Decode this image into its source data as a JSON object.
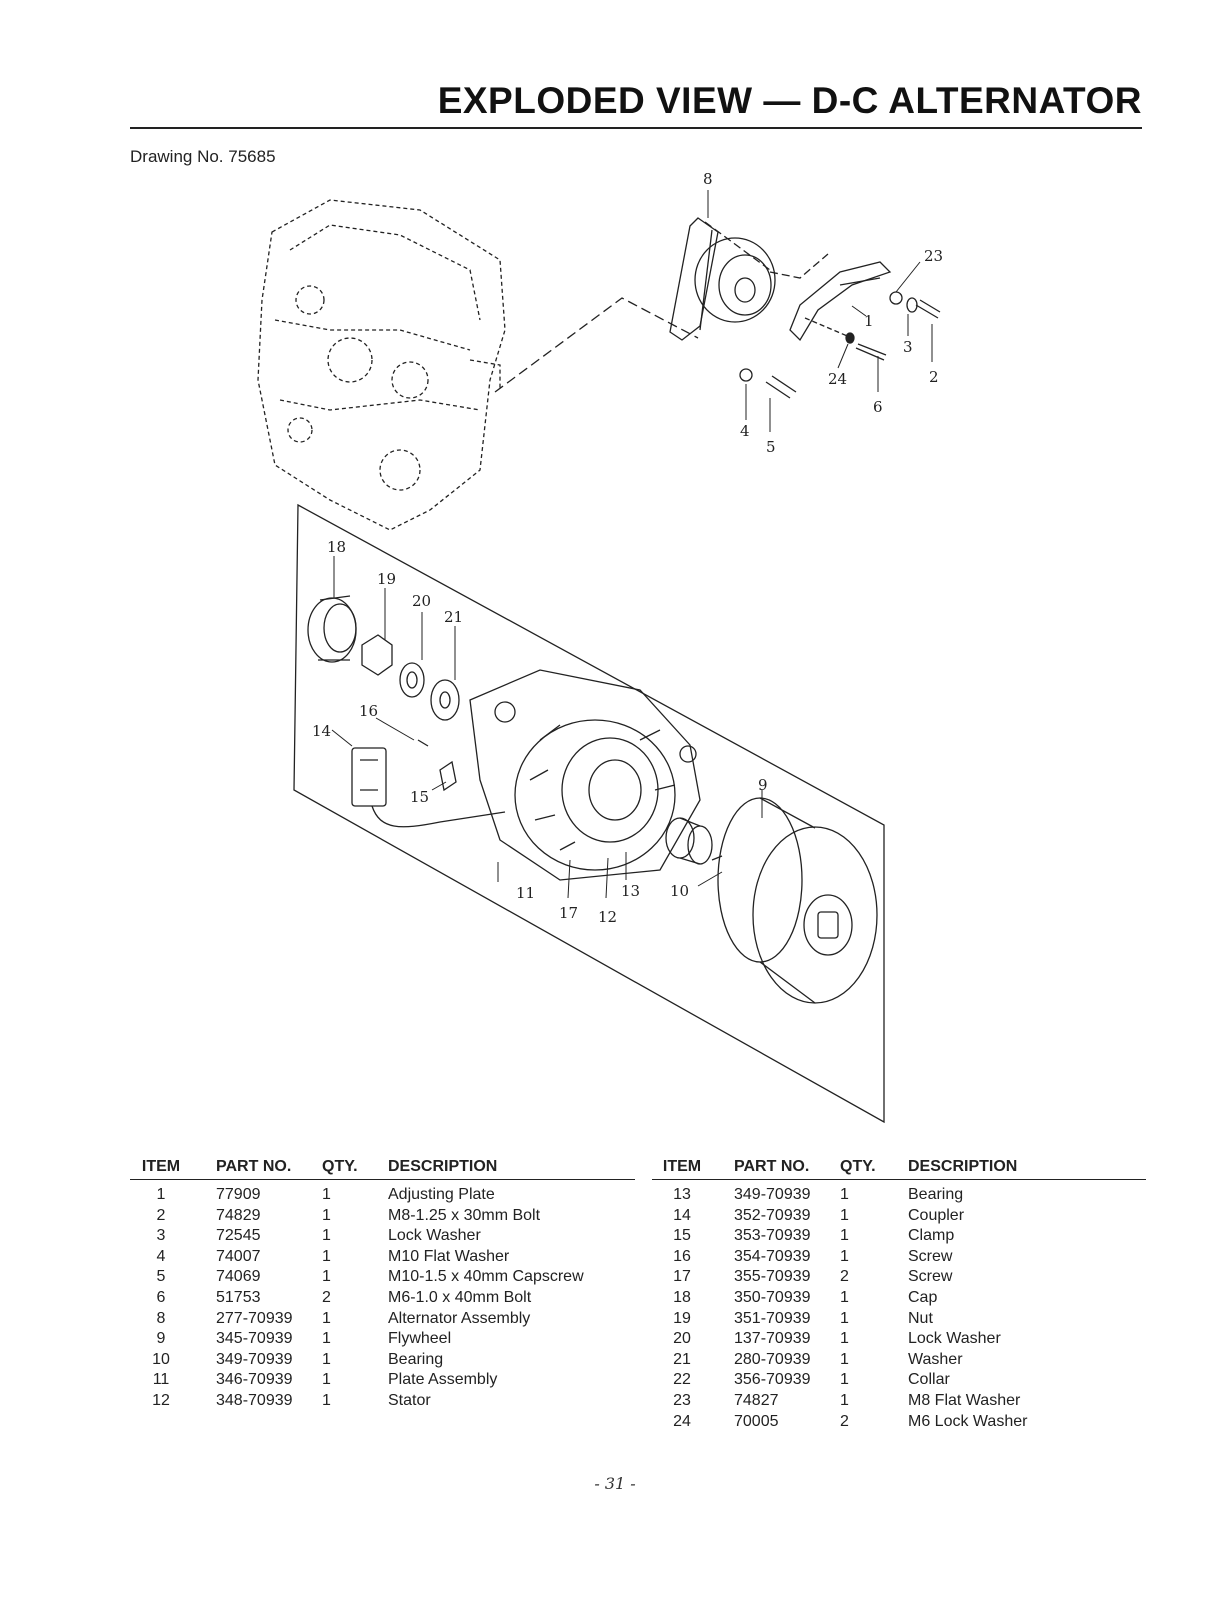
{
  "title": "EXPLODED VIEW — D-C ALTERNATOR",
  "drawing_number": "Drawing No. 75685",
  "callouts": {
    "c1": "1",
    "c2": "2",
    "c3": "3",
    "c4": "4",
    "c5": "5",
    "c6": "6",
    "c8": "8",
    "c9": "9",
    "c10": "10",
    "c11": "11",
    "c12": "12",
    "c13": "13",
    "c14": "14",
    "c15": "15",
    "c16": "16",
    "c17": "17",
    "c18": "18",
    "c19": "19",
    "c20": "20",
    "c21": "21",
    "c23": "23",
    "c24": "24"
  },
  "parts_table": {
    "headers": {
      "item": "ITEM",
      "part_no": "PART NO.",
      "qty": "QTY.",
      "description": "DESCRIPTION"
    },
    "left_rows": [
      {
        "item": "1",
        "part_no": "77909",
        "qty": "1",
        "description": "Adjusting Plate"
      },
      {
        "item": "2",
        "part_no": "74829",
        "qty": "1",
        "description": "M8-1.25 x 30mm Bolt"
      },
      {
        "item": "3",
        "part_no": "72545",
        "qty": "1",
        "description": "Lock Washer"
      },
      {
        "item": "4",
        "part_no": "74007",
        "qty": "1",
        "description": "M10 Flat Washer"
      },
      {
        "item": "5",
        "part_no": "74069",
        "qty": "1",
        "description": "M10-1.5 x 40mm Capscrew"
      },
      {
        "item": "6",
        "part_no": "51753",
        "qty": "2",
        "description": "M6-1.0 x 40mm Bolt"
      },
      {
        "item": "8",
        "part_no": "277-70939",
        "qty": "1",
        "description": "Alternator Assembly"
      },
      {
        "item": "9",
        "part_no": "345-70939",
        "qty": "1",
        "description": "Flywheel"
      },
      {
        "item": "10",
        "part_no": "349-70939",
        "qty": "1",
        "description": "Bearing"
      },
      {
        "item": "11",
        "part_no": "346-70939",
        "qty": "1",
        "description": "Plate Assembly"
      },
      {
        "item": "12",
        "part_no": "348-70939",
        "qty": "1",
        "description": "Stator"
      }
    ],
    "right_rows": [
      {
        "item": "13",
        "part_no": "349-70939",
        "qty": "1",
        "description": "Bearing"
      },
      {
        "item": "14",
        "part_no": "352-70939",
        "qty": "1",
        "description": "Coupler"
      },
      {
        "item": "15",
        "part_no": "353-70939",
        "qty": "1",
        "description": "Clamp"
      },
      {
        "item": "16",
        "part_no": "354-70939",
        "qty": "1",
        "description": "Screw"
      },
      {
        "item": "17",
        "part_no": "355-70939",
        "qty": "2",
        "description": "Screw"
      },
      {
        "item": "18",
        "part_no": "350-70939",
        "qty": "1",
        "description": "Cap"
      },
      {
        "item": "19",
        "part_no": "351-70939",
        "qty": "1",
        "description": "Nut"
      },
      {
        "item": "20",
        "part_no": "137-70939",
        "qty": "1",
        "description": "Lock Washer"
      },
      {
        "item": "21",
        "part_no": "280-70939",
        "qty": "1",
        "description": "Washer"
      },
      {
        "item": "22",
        "part_no": "356-70939",
        "qty": "1",
        "description": "Collar"
      },
      {
        "item": "23",
        "part_no": "74827",
        "qty": "1",
        "description": "M8 Flat Washer"
      },
      {
        "item": "24",
        "part_no": "70005",
        "qty": "2",
        "description": "M6 Lock Washer"
      }
    ]
  },
  "page_number": "- 31 -"
}
